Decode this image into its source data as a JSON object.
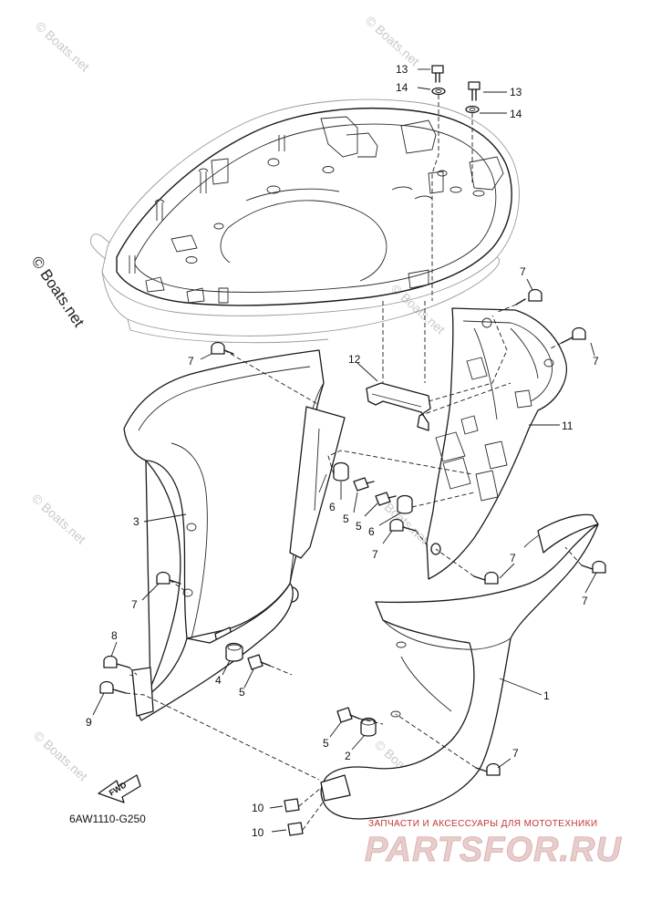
{
  "diagram_code": "6AW1110-G250",
  "fwd_label": "FWD",
  "watermarks": {
    "side": "© Boats.net",
    "tile": "© Boats.net"
  },
  "shop_badge": {
    "tagline": "ЗАПЧАСТИ И АКСЕССУАРЫ ДЛЯ МОТОТЕХНИКИ",
    "name": "PARTSFOR.RU"
  },
  "colors": {
    "line": "#1a1a1a",
    "watermark": "#c9c9c9",
    "shop_red": "#c33434"
  },
  "callouts": [
    {
      "label": "13"
    },
    {
      "label": "14"
    },
    {
      "label": "13"
    },
    {
      "label": "14"
    },
    {
      "label": "7"
    },
    {
      "label": "7"
    },
    {
      "label": "7"
    },
    {
      "label": "12"
    },
    {
      "label": "11"
    },
    {
      "label": "3"
    },
    {
      "label": "6"
    },
    {
      "label": "5"
    },
    {
      "label": "5"
    },
    {
      "label": "6"
    },
    {
      "label": "7"
    },
    {
      "label": "7"
    },
    {
      "label": "7"
    },
    {
      "label": "7"
    },
    {
      "label": "8"
    },
    {
      "label": "4"
    },
    {
      "label": "5"
    },
    {
      "label": "9"
    },
    {
      "label": "1"
    },
    {
      "label": "5"
    },
    {
      "label": "2"
    },
    {
      "label": "7"
    },
    {
      "label": "10"
    },
    {
      "label": "10"
    }
  ]
}
